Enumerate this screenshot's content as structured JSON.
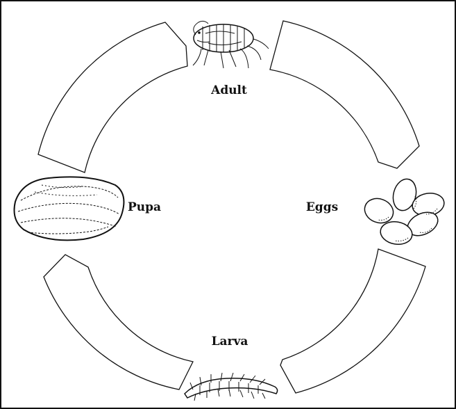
{
  "diagram": {
    "stages": {
      "adult": "Adult",
      "eggs": "Eggs",
      "larva": "Larva",
      "pupa": "Pupa"
    }
  }
}
